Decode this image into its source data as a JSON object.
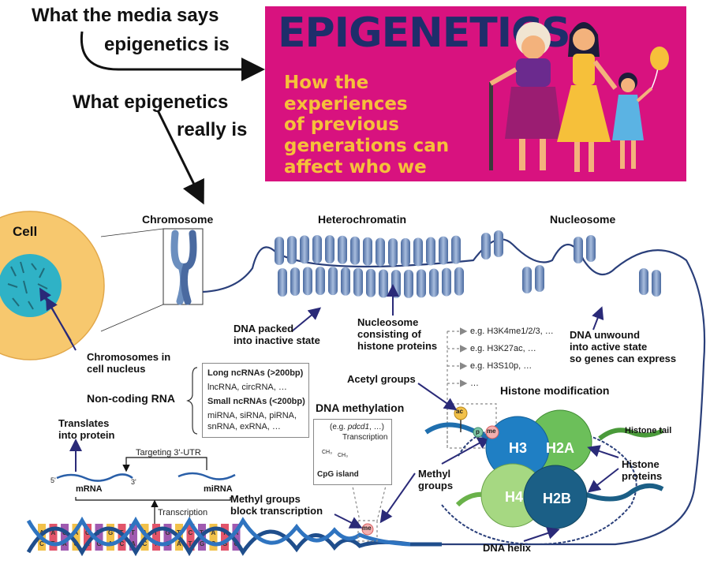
{
  "header": {
    "media_says_line1": "What the media says",
    "media_says_line2": "epigenetics is",
    "really_line1": "What epigenetics",
    "really_line2": "really is"
  },
  "banner": {
    "title": "EPIGENETICS",
    "subtitle_lines": [
      "How the experiences",
      "of previous",
      "generations can",
      "affect who we are"
    ],
    "colors": {
      "background": "#d8127f",
      "title": "#1e2e6b",
      "subtitle": "#f6c03a"
    }
  },
  "sections": {
    "cell": "Cell",
    "chromosome": "Chromosome",
    "heterochromatin": "Heterochromatin",
    "nucleosome": "Nucleosome"
  },
  "labels": {
    "chromosomes_in_nucleus": [
      "Chromosomes in",
      "cell nucleus"
    ],
    "dna_packed": [
      "DNA packed",
      "into inactive state"
    ],
    "nucleosome_consisting": [
      "Nucleosome",
      "consisting of",
      "histone proteins"
    ],
    "dna_unwound": [
      "DNA unwound",
      "into active state",
      "so genes can express"
    ],
    "acetyl_groups": "Acetyl groups",
    "histone_modification": "Histone modification",
    "histone_tail": "Histone tail",
    "histone_proteins": [
      "Histone",
      "proteins"
    ],
    "methyl_groups": [
      "Methyl",
      "groups"
    ],
    "dna_helix": "DNA helix",
    "methyl_block": [
      "Methyl groups",
      "block transcription"
    ],
    "translates": [
      "Translates",
      "into protein"
    ],
    "targeting": "Targeting 3'-UTR",
    "transcription": "Transcription",
    "mrna": "mRNA",
    "mirna": "miRNA",
    "five_prime": "5'",
    "three_prime": "3'",
    "non_coding_rna": "Non-coding RNA",
    "dna_methylation": "DNA methylation"
  },
  "histone_mods": [
    "e.g. H3K4me1/2/3, …",
    "e.g. H3K27ac, …",
    "e.g. H3S10p, …",
    "…"
  ],
  "ncrna": {
    "long_title": "Long ncRNAs (>200bp)",
    "long_items": "lncRNA, circRNA, …",
    "small_title": "Small ncRNAs (<200bp)",
    "small_items_1": "miRNA, siRNA, piRNA,",
    "small_items_2": "snRNA, exRNA, …"
  },
  "methylation_box": {
    "example_prefix": "(e.g. ",
    "example_gene": "pdcd1",
    "example_suffix": ", …)",
    "transcription": "Transcription",
    "ch3": "CH₃",
    "cpg": "CpG island"
  },
  "histones": {
    "h3": "H3",
    "h2a": "H2A",
    "h4": "H4",
    "h2b": "H2B",
    "ac": "ac",
    "me": "me",
    "p": "p",
    "colors": {
      "h3": "#1f7fc4",
      "h2a": "#6cbf5a",
      "h4": "#a6d882",
      "h2b": "#1b5f86"
    }
  },
  "helix_bases": [
    "A",
    "C",
    "A",
    "T",
    "G",
    "A",
    "A",
    "C",
    "C",
    "A",
    "T",
    "G",
    "G",
    "A",
    "T",
    "C",
    "T",
    "A",
    "A",
    "C",
    "T",
    "T",
    "G",
    "C",
    "T",
    "A",
    "C",
    "T",
    "T",
    "G",
    "A",
    "C",
    "T",
    "G",
    "A",
    "C"
  ]
}
